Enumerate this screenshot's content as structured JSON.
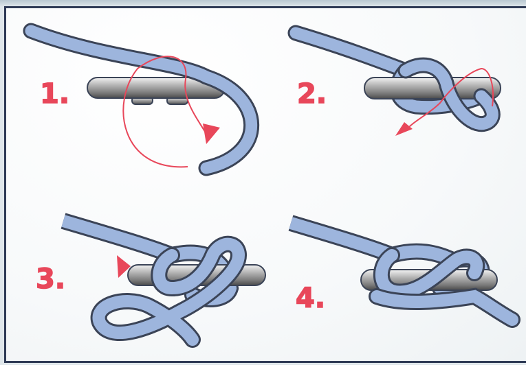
{
  "colors": {
    "rope_fill": "#9db5dd",
    "rope_outline": "#3b4457",
    "arrow": "#e8475a",
    "frame_border": "#2e3a55"
  },
  "steps": [
    {
      "label": "1."
    },
    {
      "label": "2."
    },
    {
      "label": "3."
    },
    {
      "label": "4."
    }
  ]
}
